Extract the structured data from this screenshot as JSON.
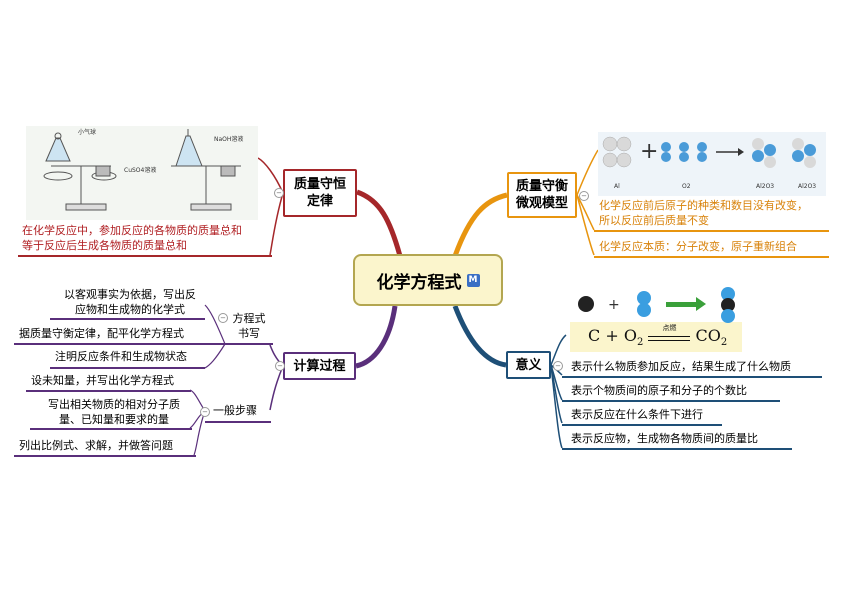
{
  "central": {
    "title": "化学方程式",
    "icon": "M"
  },
  "branches": {
    "conservation_law": {
      "title_line1": "质量守恒",
      "title_line2": "定律",
      "text_line1": "在化学反应中，参加反应的各物质的质量总和",
      "text_line2": "等于反应后生成各物质的质量总和",
      "image_labels": {
        "balloon": "小气球",
        "naoh": "NaOH溶液",
        "cuso4": "CuSO4溶液"
      }
    },
    "micro_model": {
      "title_line1": "质量守衡",
      "title_line2": "微观模型",
      "text1_line1": "化学反应前后原子的种类和数目没有改变，",
      "text1_line2": "所以反应前后质量不变",
      "text2": "化学反应本质：分子改变，原子重新组合",
      "image_labels": {
        "al": "Al",
        "o2": "O2",
        "al2o3_a": "Al2O3",
        "al2o3_b": "Al2O3"
      }
    },
    "calculation": {
      "title": "计算过程",
      "sub1": {
        "label_line1": "方程式",
        "label_line2": "书写",
        "items": [
          [
            "以客观事实为依据，写出反",
            "应物和生成物的化学式"
          ],
          [
            "据质量守衡定律，配平化学方程式"
          ],
          [
            "注明反应条件和生成物状态"
          ]
        ]
      },
      "sub2": {
        "label": "一般步骤",
        "items": [
          [
            "设未知量，并写出化学方程式"
          ],
          [
            "写出相关物质的相对分子质",
            "量、已知量和要求的量"
          ],
          [
            "列出比例式、求解，并做答问题"
          ]
        ]
      }
    },
    "meaning": {
      "title": "意义",
      "equation": {
        "c": "C",
        "plus": "+",
        "o": "O",
        "o_sub": "2",
        "condition": "点燃",
        "co": "CO",
        "co_sub": "2"
      },
      "items": [
        "表示什么物质参加反应，结果生成了什么物质",
        "表示个物质间的原子和分子的个数比",
        "表示反应在什么条件下进行",
        "表示反应物，生成物各物质间的质量比"
      ]
    }
  },
  "colors": {
    "red": "#a5272a",
    "orange": "#e8950f",
    "purple": "#5a2f7b",
    "blue": "#1e4f77",
    "central_bg": "#fbf5cc"
  }
}
